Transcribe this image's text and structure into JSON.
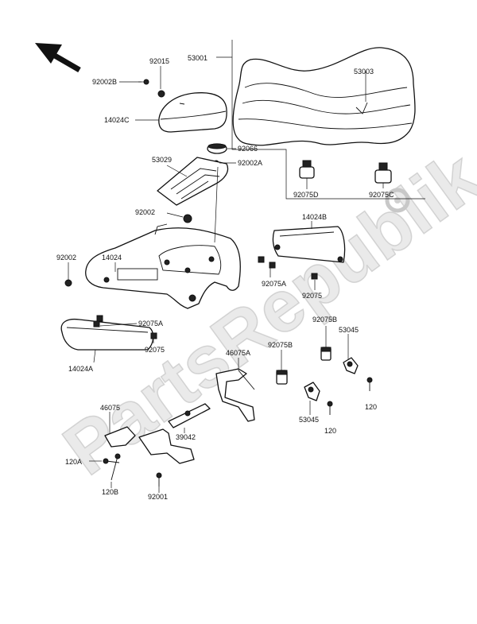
{
  "watermark": "PartsRepublik",
  "icons": {
    "direction": "front-arrow-icon",
    "watermark_gear": "gear-icon"
  },
  "labels": {
    "l53001": "53001",
    "l53003": "53003",
    "l92015": "92015",
    "l92002B": "92002B",
    "l14024C": "14024C",
    "l92066": "92066",
    "l92002A": "92002A",
    "l53029": "53029",
    "l92075D": "92075D",
    "l92075C": "92075C",
    "l92002a": "92002",
    "l14024B": "14024B",
    "l14024": "14024",
    "l92002b": "92002",
    "l92075A_r": "92075A",
    "l92075_r": "92075",
    "l92075A_l": "92075A",
    "l92075_l": "92075",
    "l14024A": "14024A",
    "l92075B_r": "92075B",
    "l53045_r": "53045",
    "l46075A": "46075A",
    "l92075B_m": "92075B",
    "l120_r": "120",
    "l53045_m": "53045",
    "l120_m": "120",
    "l46075": "46075",
    "l39042": "39042",
    "l120A": "120A",
    "l120B": "120B",
    "l92001": "92001"
  }
}
